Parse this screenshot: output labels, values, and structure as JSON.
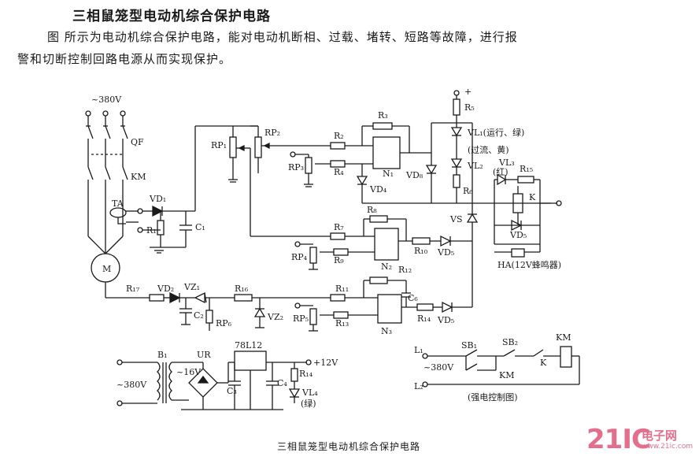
{
  "page": {
    "title": "三相鼠笼型电动机综合保护电路",
    "paragraph_line1": "图     所示为电动机综合保护电路，能对电动机断相、过载、堵转、短路等故障，进行报",
    "paragraph_line2": "警和切断控制回路电源从而实现保护。",
    "caption": "三相鼠笼型电动机综合保护电路"
  },
  "logo": {
    "big": "21IC",
    "small": "电子网",
    "url": "www.21ic.com",
    "color": "#e36f8f"
  },
  "labels": {
    "v380_top": "~380V",
    "qf": "QF",
    "km": "KM",
    "ta": "TA",
    "vd1": "VD₁",
    "r1": "R₁",
    "c1": "C₁",
    "m": "M",
    "rp1": "RP₁",
    "rp2": "RP₂",
    "r2": "R₂",
    "rp3": "RP₃",
    "r4": "R₄",
    "r3": "R₃",
    "n1": "N₁",
    "vd4": "VD₄",
    "vd8": "VD₈",
    "plus": "+",
    "r5": "R₅",
    "vl1": "VL₁(运行、绿)",
    "vl1b": "(过流、黄)",
    "vl2": "VL₂",
    "r6": "R₆",
    "vl3": "VL₃",
    "hong": "(红)",
    "r15": "R₁₅",
    "k": "K",
    "r8": "R₈",
    "r7": "R₇",
    "rp4": "RP₄",
    "r9": "R₉",
    "n2": "N₂",
    "r10": "R₁₀",
    "vd5a": "VD₅",
    "vs": "VS",
    "vd5b": "VD₅",
    "ha": "HA(12V蜂鸣器)",
    "r17": "R₁₇",
    "vd2": "VD₂",
    "vz1": "VZ₁",
    "c2": "C₂",
    "r16": "R₁₆",
    "rp6": "RP₆",
    "vz2": "VZ₂",
    "r12": "R₁₂",
    "r11": "R₁₁",
    "rp5": "RP₅",
    "r13": "R₁₃",
    "c6": "C₆",
    "n3": "N₃",
    "r14a": "R₁₄",
    "vd5c": "VD₅",
    "b1": "B₁",
    "v16": "~16V",
    "ur": "UR",
    "v380_bot": "~380V",
    "l78": "78L12",
    "c3": "C₃",
    "c4": "C₄",
    "r14b": "R₁₄",
    "p12v": "+12V",
    "vl4": "VL₄",
    "lv": "(绿)",
    "l1": "L₁",
    "sb1": "SB₁",
    "sb2": "SB₂",
    "km2": "KM",
    "v380_sc": "~380V",
    "km3": "KM",
    "k2": "K",
    "l2": "L₂",
    "strong": "(强电控制图)"
  }
}
